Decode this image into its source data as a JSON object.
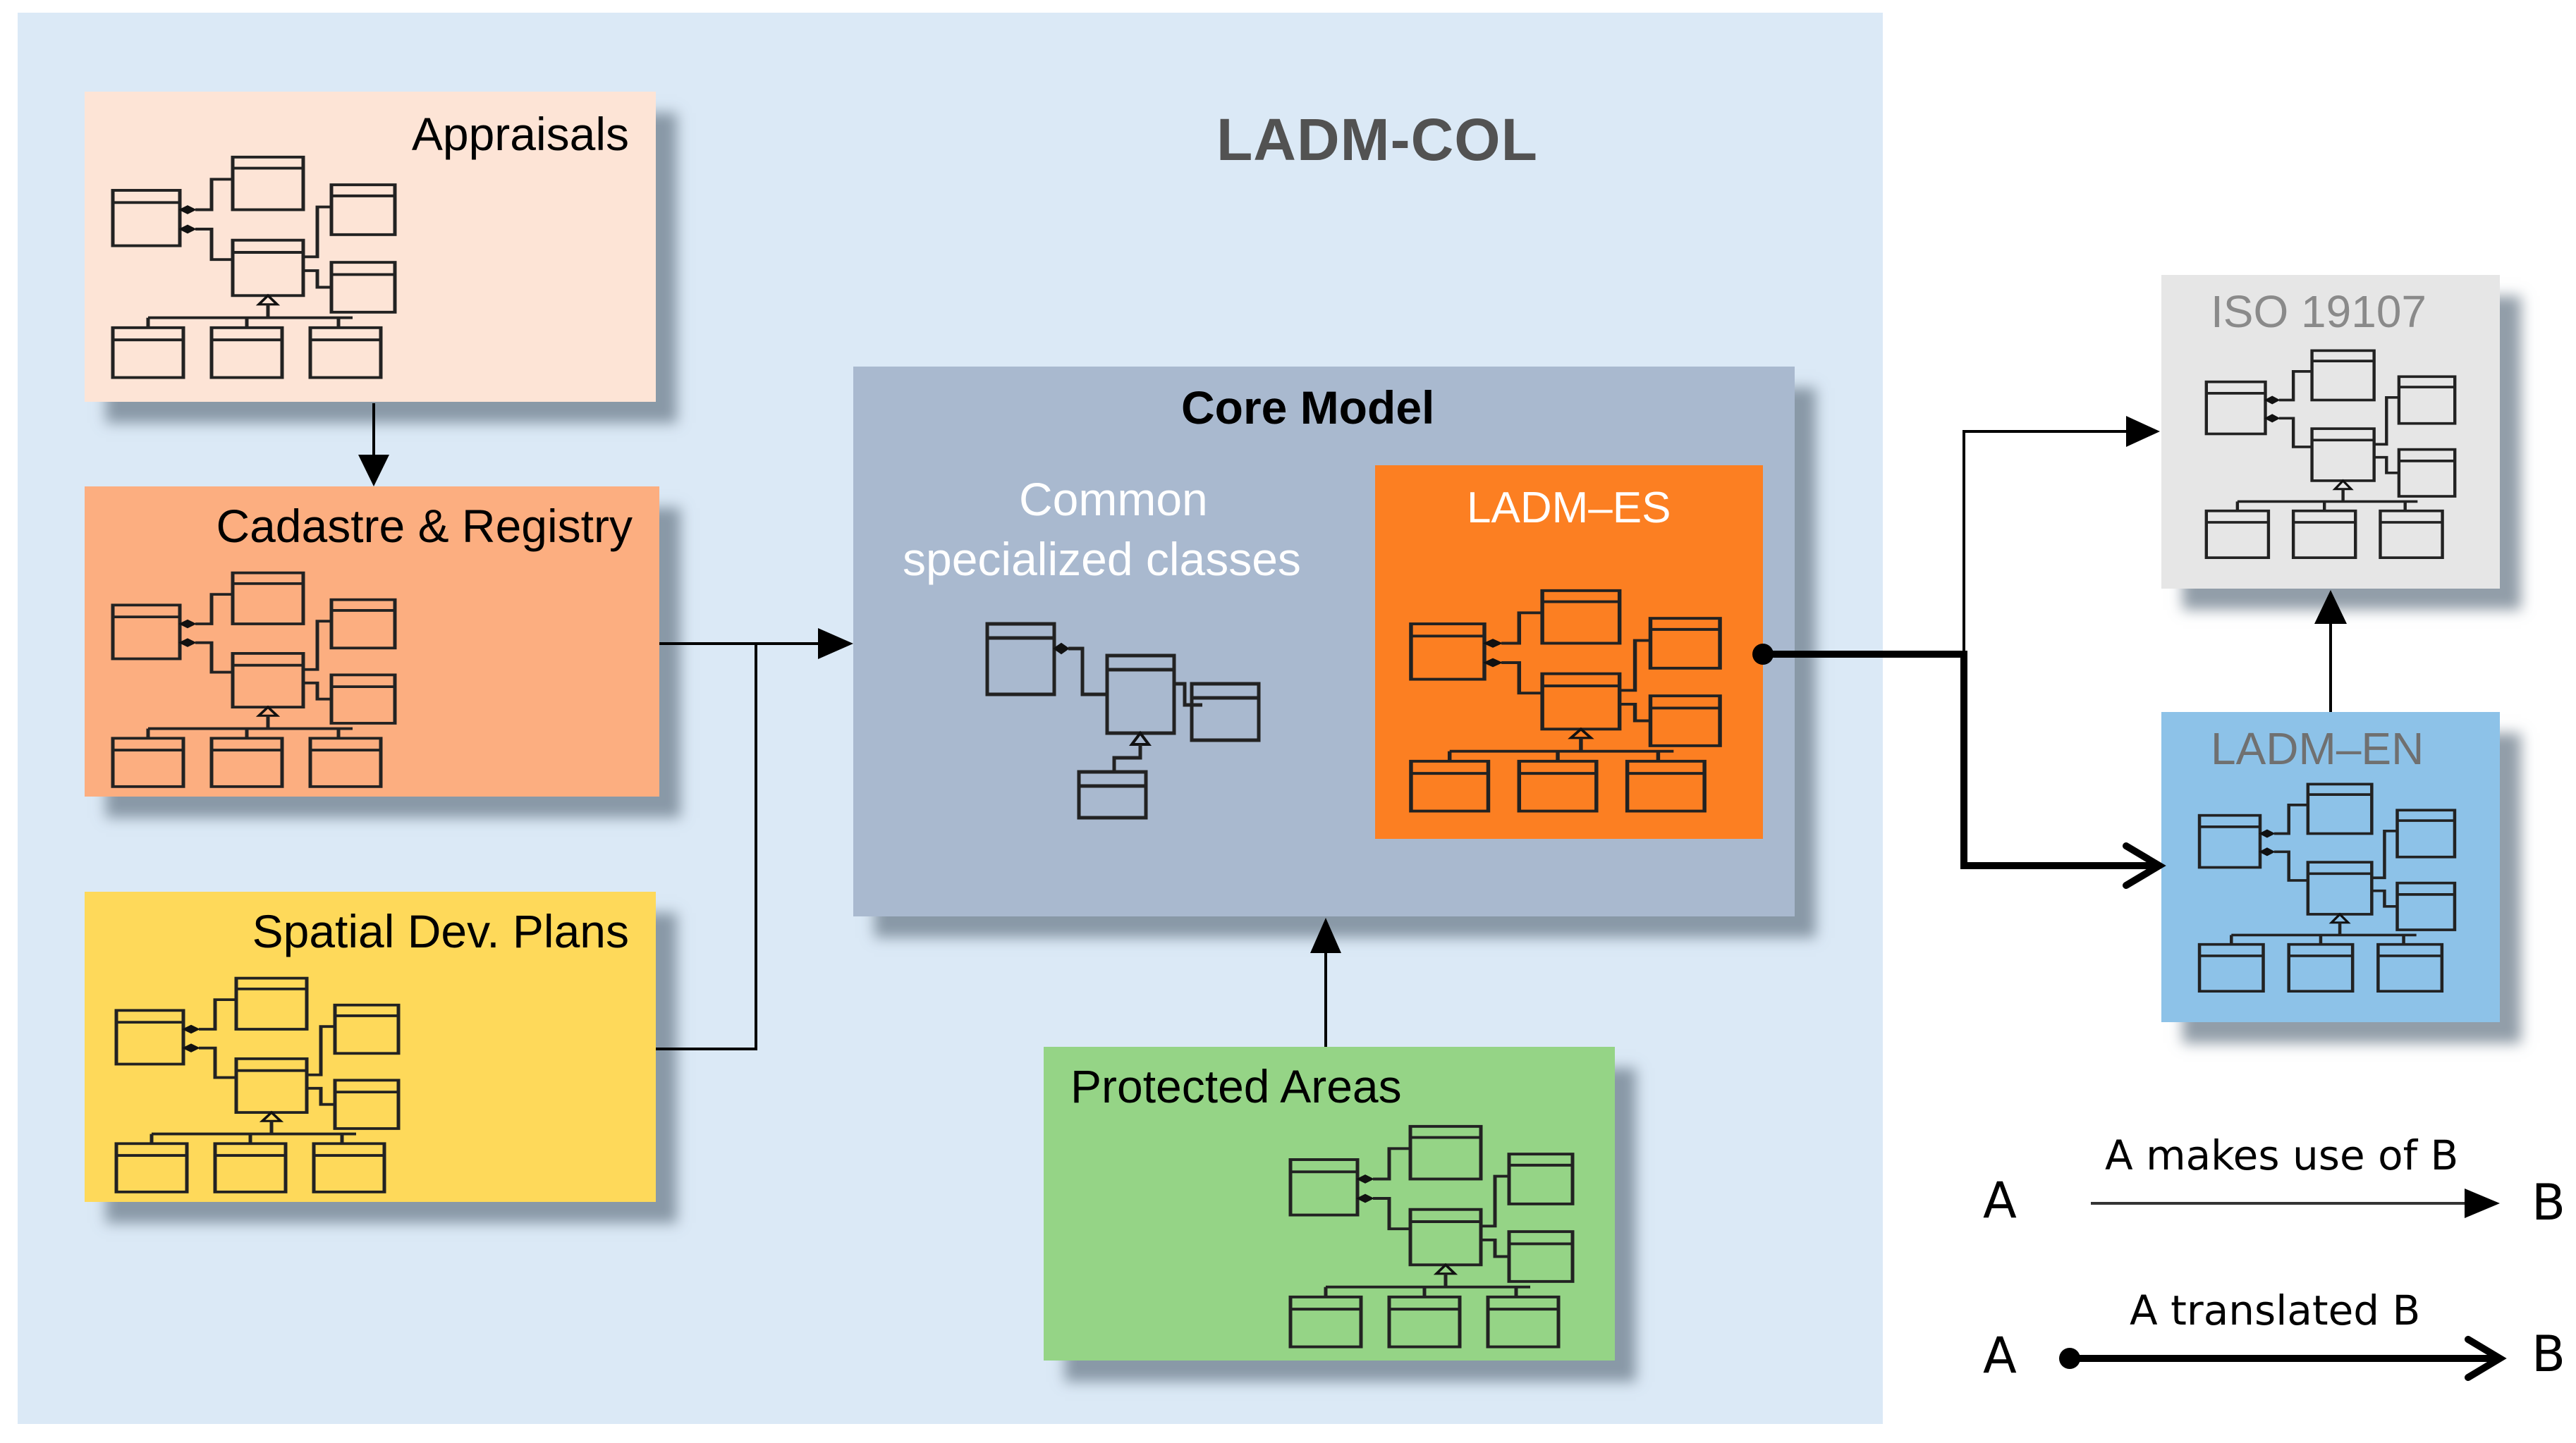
{
  "diagram": {
    "title": "LADM-COL",
    "colors": {
      "panel": "#dbe9f6",
      "appraisals": "#fde4d6",
      "cadastre": "#fcae80",
      "spatial": "#fed95a",
      "core_model": "#a9b9cf",
      "ladm_es": "#fc7f22",
      "protected_areas": "#95d486",
      "iso": "#e6e6e6",
      "ladm_en": "#8dc2e8"
    },
    "nodes": {
      "appraisals": {
        "label": "Appraisals",
        "icon": "uml-class-diagram-icon"
      },
      "cadastre": {
        "label": "Cadastre & Registry",
        "icon": "uml-class-diagram-icon"
      },
      "spatial": {
        "label": "Spatial Dev. Plans",
        "icon": "uml-class-diagram-icon"
      },
      "core_model": {
        "label": "Core Model"
      },
      "common": {
        "label_line1": "Common",
        "label_line2": "specialized classes",
        "icon": "uml-class-diagram-icon"
      },
      "ladm_es": {
        "label": "LADM–ES",
        "icon": "uml-class-diagram-icon"
      },
      "protected": {
        "label": "Protected Areas",
        "icon": "uml-class-diagram-icon"
      },
      "iso": {
        "label": "ISO 19107",
        "icon": "uml-class-diagram-icon"
      },
      "ladm_en": {
        "label": "LADM–EN",
        "icon": "uml-class-diagram-icon"
      }
    },
    "edges": [
      {
        "from": "Appraisals",
        "to": "Cadastre & Registry",
        "type": "makes use of"
      },
      {
        "from": "Cadastre & Registry",
        "to": "Core Model",
        "type": "makes use of"
      },
      {
        "from": "Spatial Dev. Plans",
        "to": "Core Model",
        "type": "makes use of"
      },
      {
        "from": "Protected Areas",
        "to": "Core Model",
        "type": "makes use of"
      },
      {
        "from": "LADM–ES",
        "to": "ISO 19107",
        "type": "makes use of"
      },
      {
        "from": "LADM–ES",
        "to": "LADM–EN",
        "type": "translated"
      },
      {
        "from": "LADM–EN",
        "to": "ISO 19107",
        "type": "makes use of"
      }
    ],
    "legend": {
      "uses": {
        "a": "A",
        "b": "B",
        "label": "A makes use of B"
      },
      "translated": {
        "a": "A",
        "b": "B",
        "label": "A translated B"
      }
    }
  }
}
